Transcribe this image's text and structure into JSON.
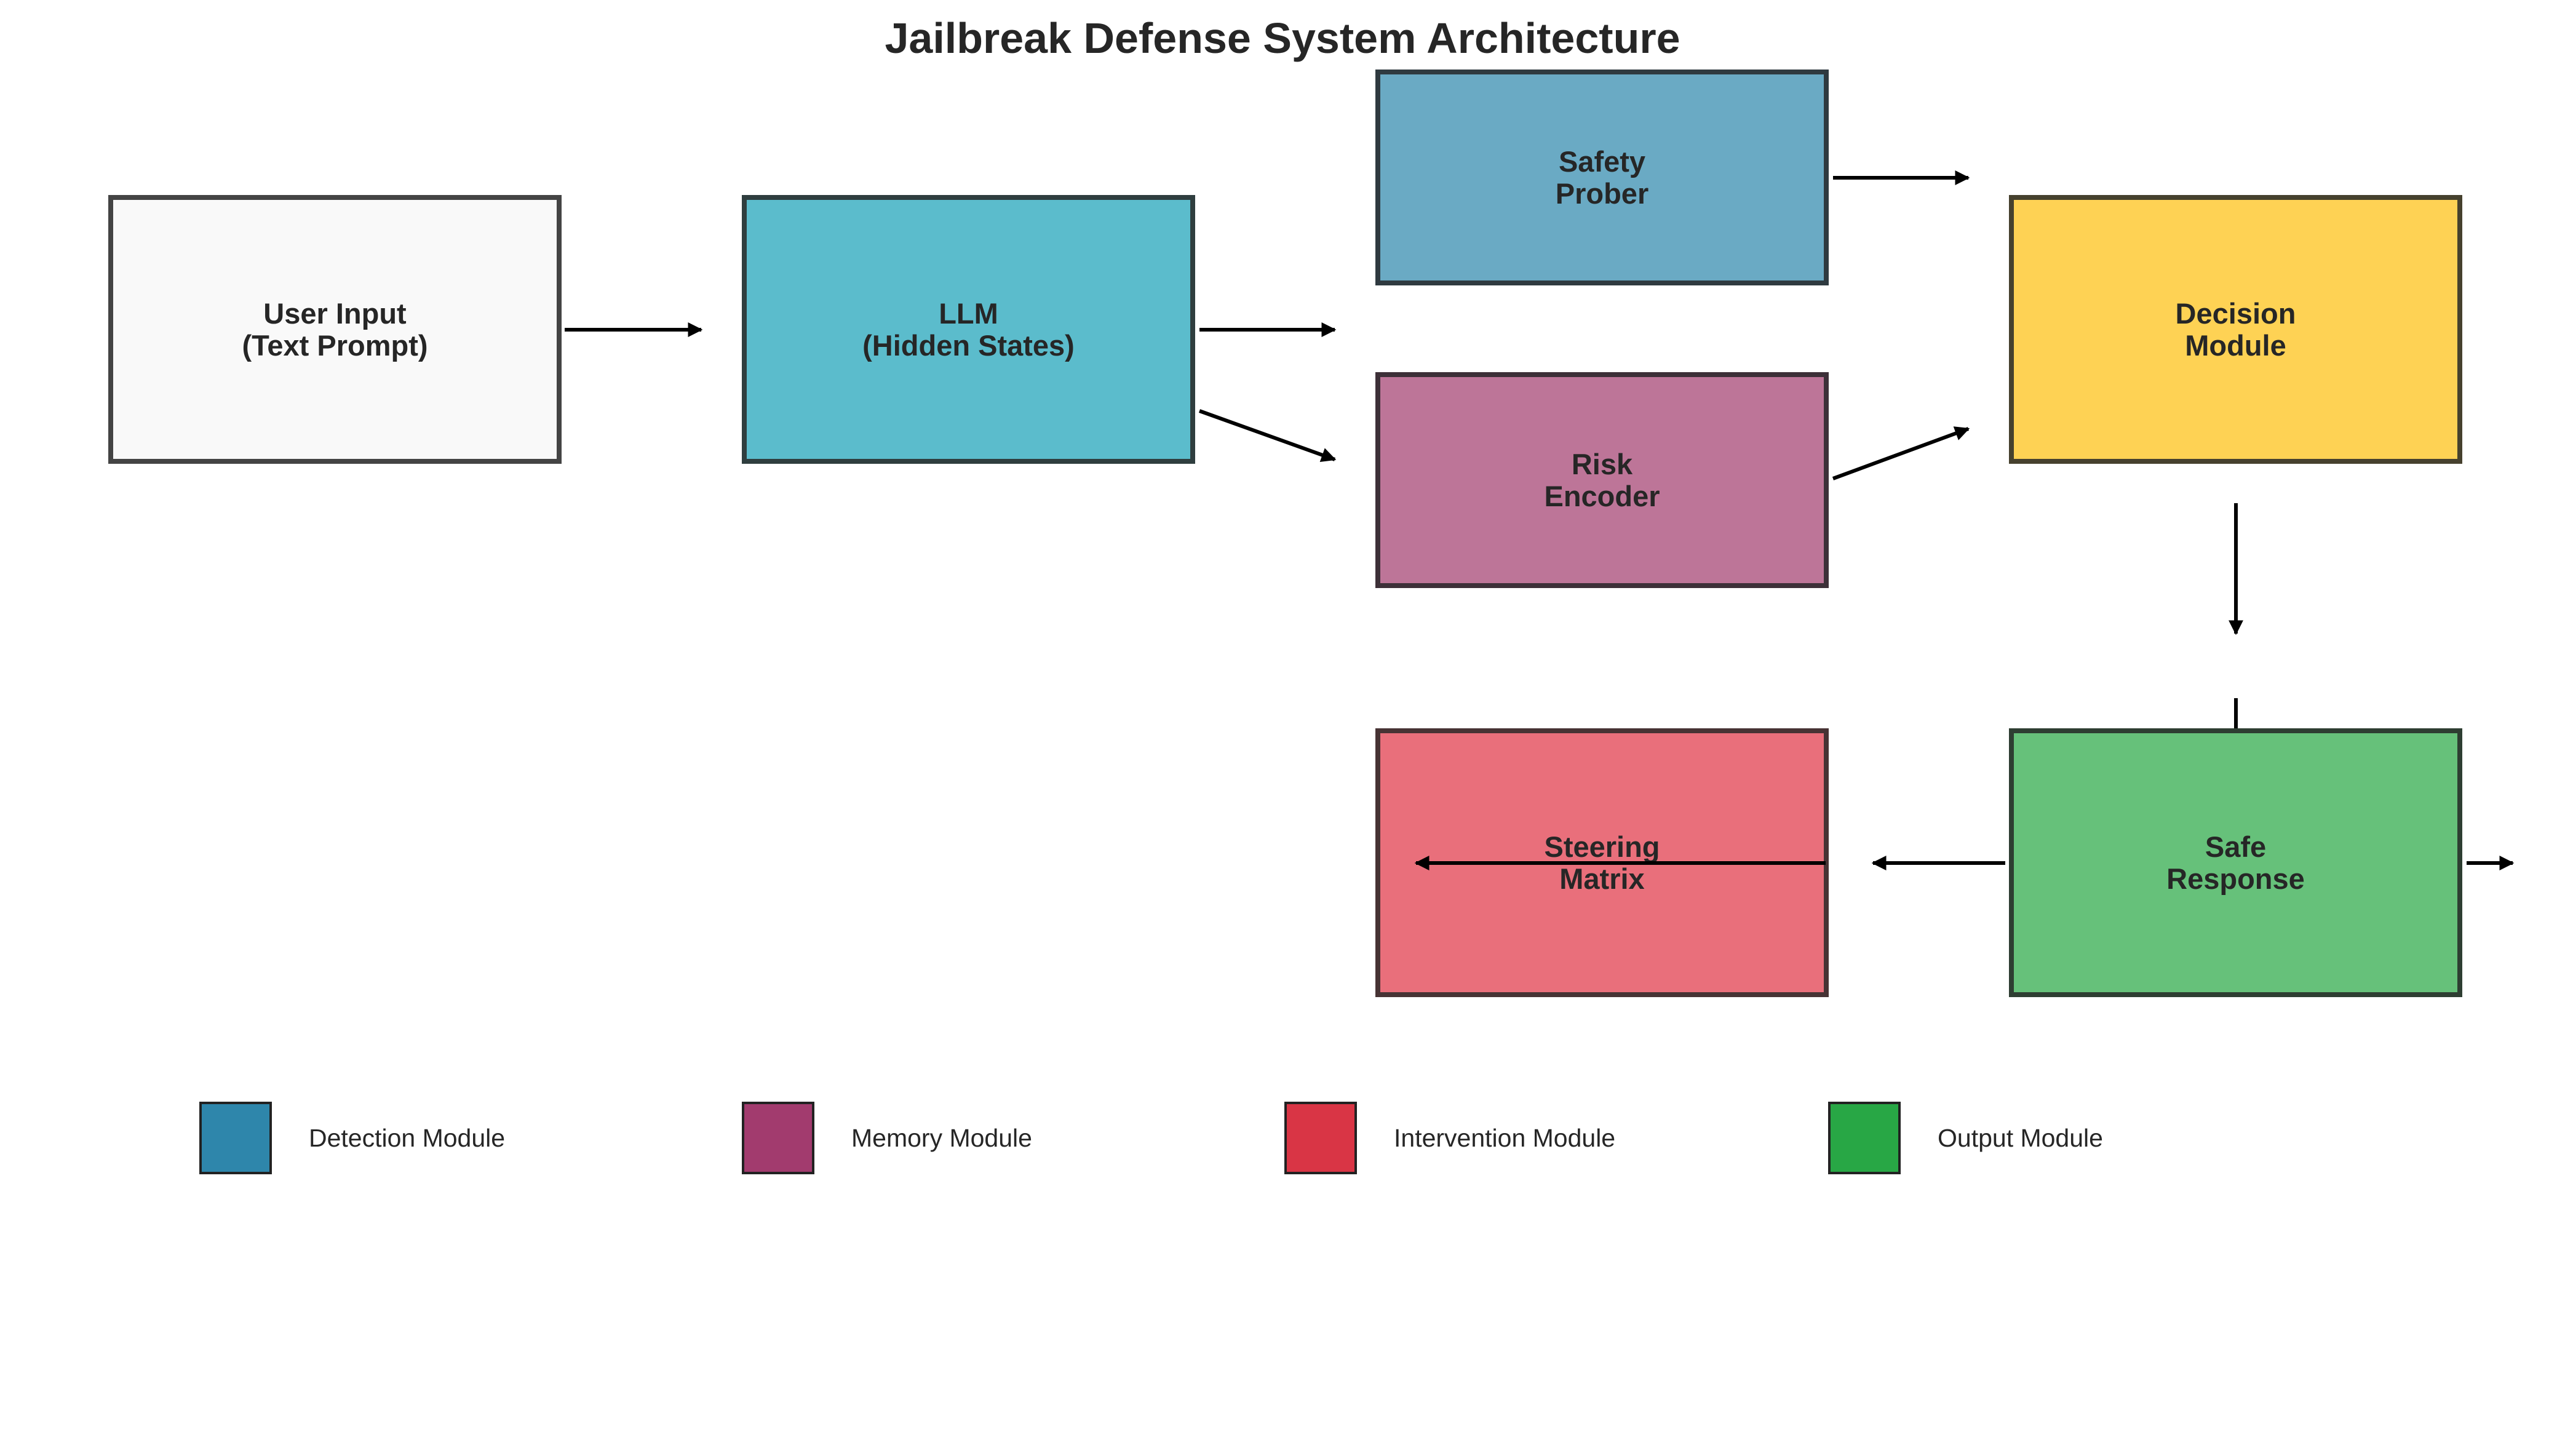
{
  "title": "Jailbreak Defense System Architecture",
  "nodes": {
    "user_input": {
      "label": "User Input\n(Text Prompt)",
      "color": "#f9f9f9"
    },
    "llm": {
      "label": "LLM\n(Hidden States)",
      "color": "#5bbccc"
    },
    "safety_prober": {
      "label": "Safety\nProber",
      "color": "#6aaac4"
    },
    "risk_encoder": {
      "label": "Risk\nEncoder",
      "color": "#bd7598"
    },
    "decision_module": {
      "label": "Decision\nModule",
      "color": "#fed254"
    },
    "steering_matrix": {
      "label": "Steering\nMatrix",
      "color": "#e96f7b"
    },
    "safe_response": {
      "label": "Safe\nResponse",
      "color": "#66c17a"
    }
  },
  "legend": [
    {
      "label": "Detection Module",
      "color": "#2e86ab"
    },
    {
      "label": "Memory Module",
      "color": "#a23b6e"
    },
    {
      "label": "Intervention Module",
      "color": "#d93545"
    },
    {
      "label": "Output Module",
      "color": "#28a745"
    }
  ],
  "colors": {
    "border": "#444444",
    "arrow": "#000000"
  }
}
